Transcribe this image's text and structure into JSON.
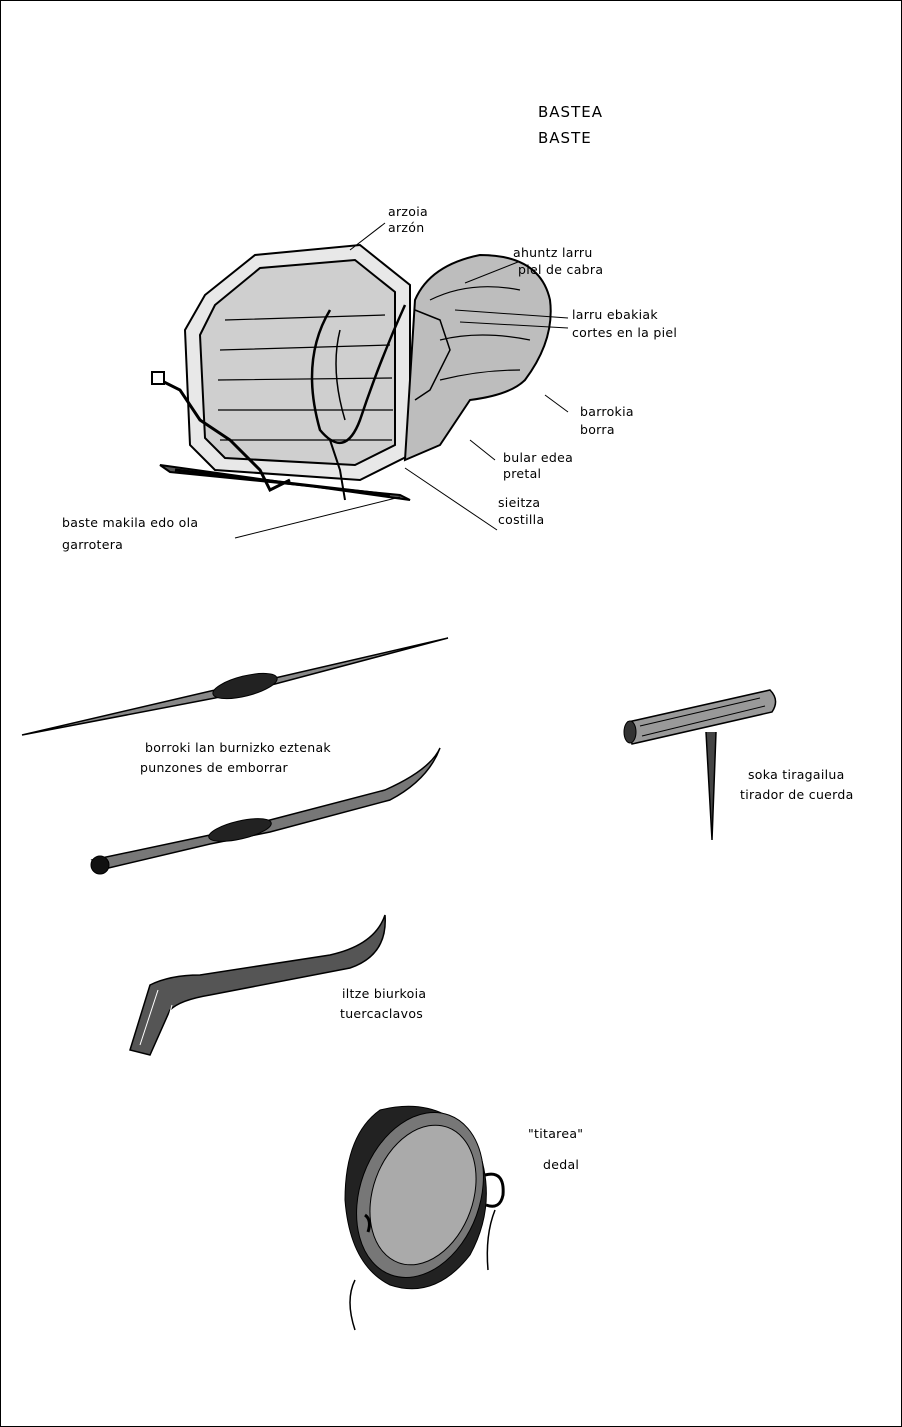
{
  "title": {
    "line1": "BASTEA",
    "line2": "BASTE"
  },
  "labels": {
    "arzoia": {
      "eu": "arzoia",
      "es": "arzón"
    },
    "ahuntz": {
      "eu": "ahuntz larru",
      "es": "piel de cabra"
    },
    "larru": {
      "eu": "larru ebakiak",
      "es": "cortes en la piel"
    },
    "barrokia": {
      "eu": "barrokia",
      "es": "borra"
    },
    "bular": {
      "eu": "bular edea",
      "es": "pretal"
    },
    "sieitza": {
      "eu": "sieitza",
      "es": "costilla"
    },
    "makila": {
      "eu": "baste makila edo ola",
      "es": "garrotera"
    },
    "punzones": {
      "eu": "borroki lan burnizko eztenak",
      "es": "punzones de emborrar"
    },
    "tirador": {
      "eu": "soka tiragailua",
      "es": "tirador de cuerda"
    },
    "iltze": {
      "eu": "iltze biurkoia",
      "es": "tuercaclavos"
    },
    "titarea": {
      "eu": "\"titarea\"",
      "es": "dedal"
    }
  }
}
